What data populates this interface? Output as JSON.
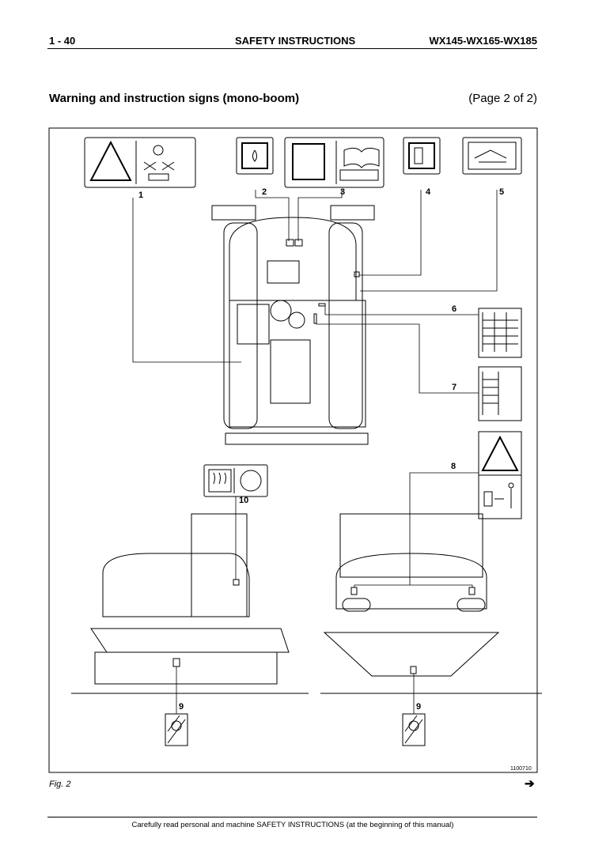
{
  "header": {
    "page_number": "1 - 40",
    "section": "SAFETY INSTRUCTIONS",
    "models": "WX145-WX165-WX185"
  },
  "title": "Warning and instruction signs (mono-boom)",
  "page_of": "(Page 2 of 2)",
  "figure": {
    "callouts": [
      "1",
      "2",
      "3",
      "4",
      "5",
      "6",
      "7",
      "8",
      "9",
      "9",
      "10"
    ],
    "drawing_number": "1100710",
    "caption": "Fig. 2"
  },
  "continue_icon": "arrow-right-icon",
  "continue_arrow": "➔",
  "footer": "Carefully read personal and machine SAFETY INSTRUCTIONS (at the beginning of this manual)"
}
